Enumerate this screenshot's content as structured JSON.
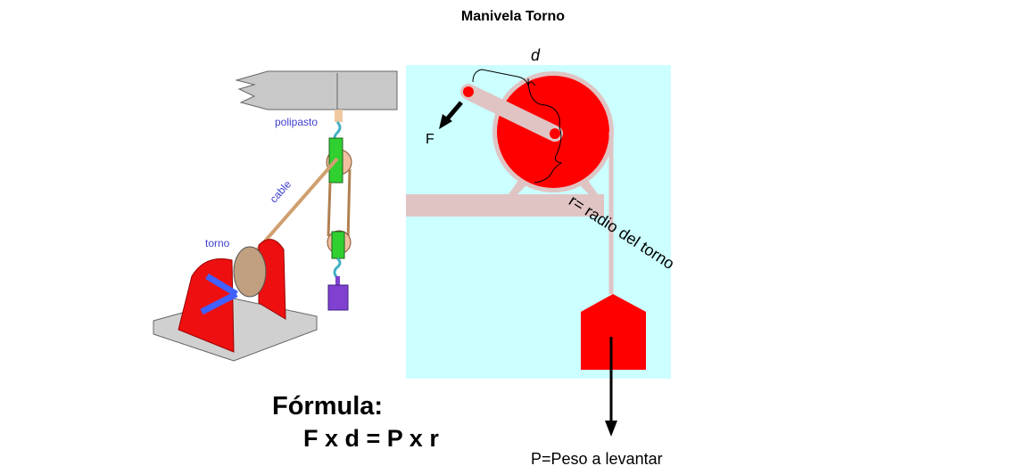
{
  "title": "Manivela Torno",
  "left_labels": {
    "polipasto": "polipasto",
    "cable": "cable",
    "torno": "torno"
  },
  "right_labels": {
    "d": "d",
    "F": "F",
    "r": "r= radio del torno"
  },
  "formula": {
    "heading": "Fórmula:",
    "equation": "F x d = P x r"
  },
  "weight_label": "P=Peso a levantar",
  "colors": {
    "background_panel": "#ccffff",
    "red": "#ff0000",
    "crank": "#e0c4c4",
    "label_blue": "#4040d0"
  }
}
